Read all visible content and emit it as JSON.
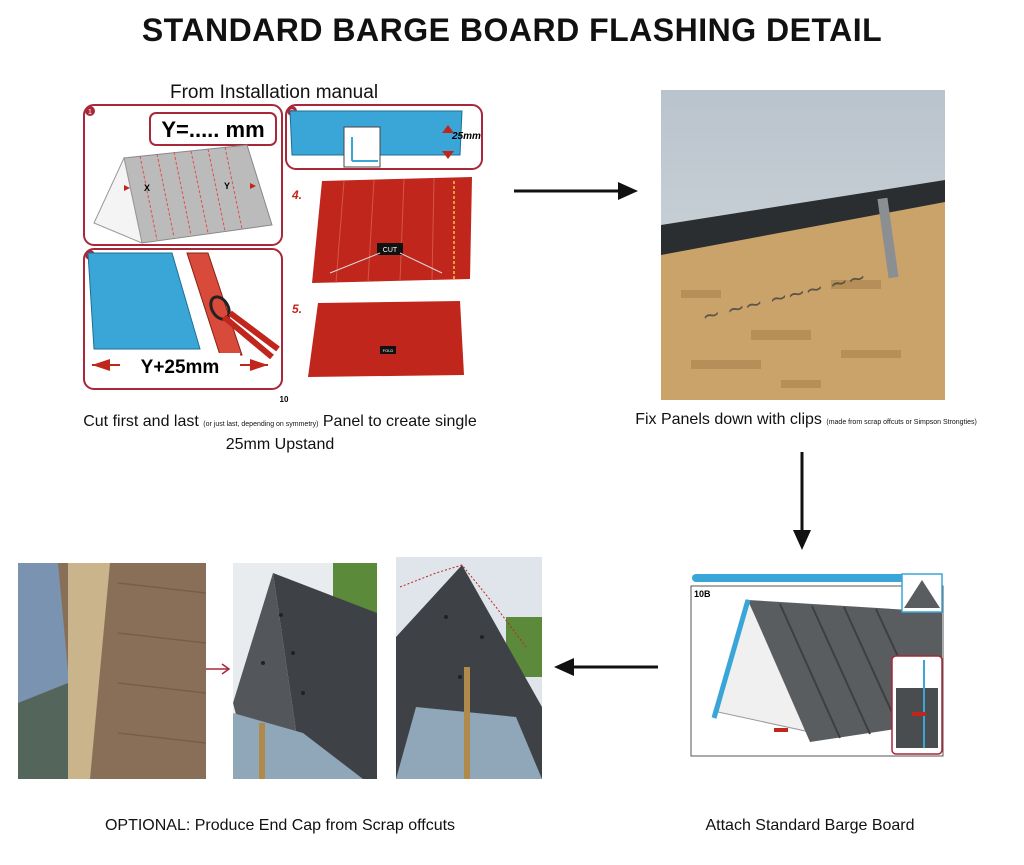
{
  "title": "STANDARD BARGE BOARD FLASHING DETAIL",
  "manual": {
    "heading": "From Installation manual",
    "y_label": "Y=..... mm",
    "width_label": "Y+25mm",
    "measure_label": "25mm",
    "step_numbers": [
      "1",
      "2",
      "3"
    ],
    "step_4": "4.",
    "step_5": "5.",
    "cut_label": "CUT",
    "fold_label": "FOLD",
    "x_mark": "X",
    "y_mark": "Y",
    "page_number": "10"
  },
  "captions": {
    "cut": {
      "main": "Cut first and last ",
      "small": "(or just last, depending on symmetry)",
      "rest": " Panel to create single",
      "line2": "25mm Upstand"
    },
    "fix": {
      "main": "Fix Panels down with clips ",
      "small": "(made from scrap offcuts or Simpson Strongties)"
    },
    "attach": "Attach Standard Barge Board",
    "optional": "OPTIONAL: Produce End Cap from Scrap offcuts"
  },
  "barge_detail": {
    "step_label": "10B"
  },
  "colors": {
    "panel_red": "#c0261c",
    "panel_blue": "#3aa6d8",
    "frame_red": "#a8283a",
    "arrow": "#111111"
  }
}
